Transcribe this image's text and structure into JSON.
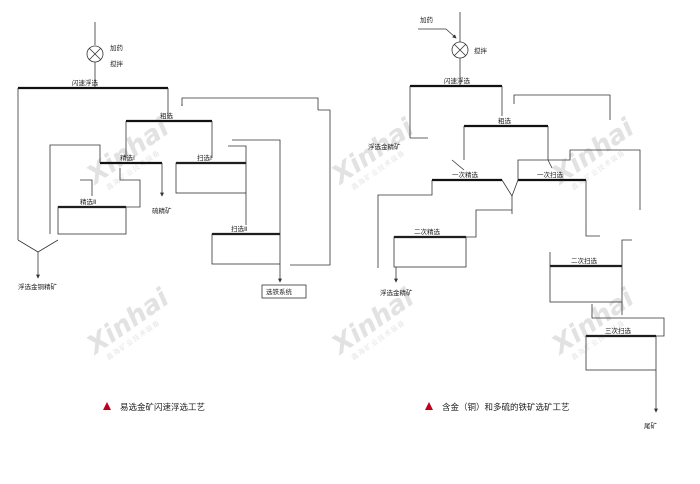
{
  "watermark": {
    "brand": "Xinhai",
    "subtitle": "鑫海矿业技术装备"
  },
  "left_diagram": {
    "caption": "易选金矿闪速浮选工艺",
    "colors": {
      "caption_marker": "#c0001a",
      "lines": "#333333"
    },
    "labels": {
      "agitator_reagent": "加药",
      "agitator_mix": "搅拌",
      "flash_flotation": "闪速浮选",
      "roughing": "粗选",
      "cleaning_1": "精选Ⅰ",
      "scavenging_1": "扫选Ⅰ",
      "cleaning_2": "精选Ⅱ",
      "sulfide_concentrate": "硫精矿",
      "scavenging_2": "扫选Ⅱ",
      "gold_copper_concentrate": "浮选金铜精矿",
      "iron_separation": "选铁系统"
    }
  },
  "right_diagram": {
    "caption": "含金（铜）和多硫的铁矿选矿工艺",
    "colors": {
      "caption_marker": "#c0001a",
      "lines": "#333333"
    },
    "labels": {
      "reagent": "加药",
      "mixing": "搅拌",
      "flash_flotation": "闪速浮选",
      "roughing": "粗选",
      "gold_concentrate_top": "浮选金精矿",
      "cleaning_1": "一次精选",
      "scavenging_1": "一次扫选",
      "cleaning_2": "二次精选",
      "gold_concentrate": "浮选金精矿",
      "scavenging_2": "二次扫选",
      "scavenging_3": "三次扫选",
      "tailings": "尾矿"
    }
  }
}
